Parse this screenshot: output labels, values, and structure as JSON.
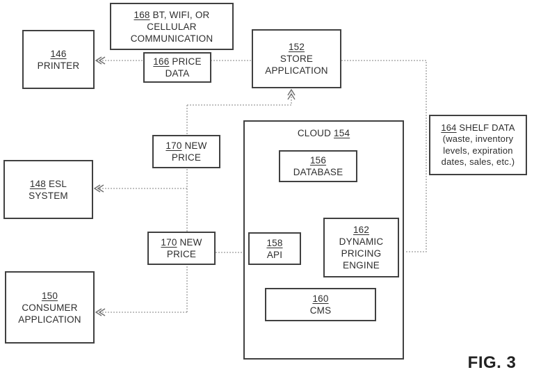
{
  "figure_label": "FIG. 3",
  "colors": {
    "line": "#9b9b9b",
    "border": "#404040",
    "text": "#2d2d2d"
  },
  "boxes": {
    "communication": {
      "ref": "168",
      "ref_style": "inline",
      "lines": [
        "BT, WIFI, OR",
        "CELLULAR",
        "COMMUNICATION"
      ]
    },
    "printer": {
      "ref": "146",
      "ref_style": "own-line",
      "lines": [
        "PRINTER"
      ]
    },
    "price_data": {
      "ref": "166",
      "ref_style": "inline",
      "lines": [
        "PRICE",
        "DATA"
      ]
    },
    "store_application": {
      "ref": "152",
      "ref_style": "own-line",
      "lines": [
        "STORE",
        "APPLICATION"
      ]
    },
    "shelf_data": {
      "ref": "164",
      "ref_style": "inline",
      "lines": [
        "SHELF DATA",
        "(waste, inventory",
        "levels, expiration",
        "dates, sales, etc.)"
      ]
    },
    "cloud": {
      "ref": "154",
      "ref_style": "after",
      "lines": [
        "CLOUD"
      ]
    },
    "database": {
      "ref": "156",
      "ref_style": "own-line",
      "lines": [
        "DATABASE"
      ]
    },
    "api": {
      "ref": "158",
      "ref_style": "own-line",
      "lines": [
        "API"
      ]
    },
    "dynamic_pricing_engine": {
      "ref": "162",
      "ref_style": "own-line",
      "lines": [
        "DYNAMIC",
        "PRICING",
        "ENGINE"
      ]
    },
    "cms": {
      "ref": "160",
      "ref_style": "own-line",
      "lines": [
        "CMS"
      ]
    },
    "esl_system": {
      "ref": "148",
      "ref_style": "inline",
      "lines": [
        "ESL",
        "SYSTEM"
      ]
    },
    "consumer_application": {
      "ref": "150",
      "ref_style": "own-line",
      "lines": [
        "CONSUMER",
        "APPLICATION"
      ]
    },
    "new_price_top": {
      "ref": "170",
      "ref_style": "inline",
      "lines": [
        "NEW",
        "PRICE"
      ]
    },
    "new_price_bottom": {
      "ref": "170",
      "ref_style": "inline",
      "lines": [
        "NEW",
        "PRICE"
      ]
    }
  }
}
